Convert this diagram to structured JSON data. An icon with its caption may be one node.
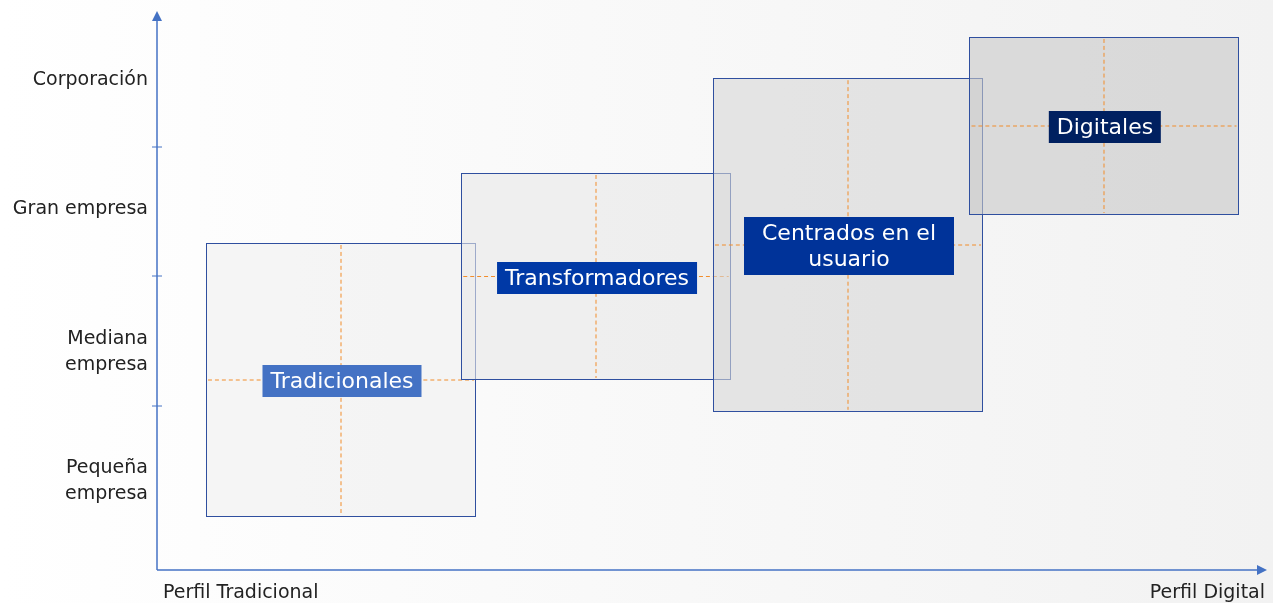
{
  "diagram": {
    "nodes": [
      {
        "text": [
          "Tradicionales"
        ]
      },
      {
        "text": [
          "Transformadores"
        ]
      },
      {
        "text": [
          "Centrados en el usuario"
        ]
      },
      {
        "text": [
          "Digitales"
        ]
      }
    ],
    "labels": [
      "Corporación",
      "Gran empresa",
      "Mediana empresa",
      "Pequeña empresa",
      "Perfil Tradicional",
      "Perfil Digital"
    ]
  }
}
